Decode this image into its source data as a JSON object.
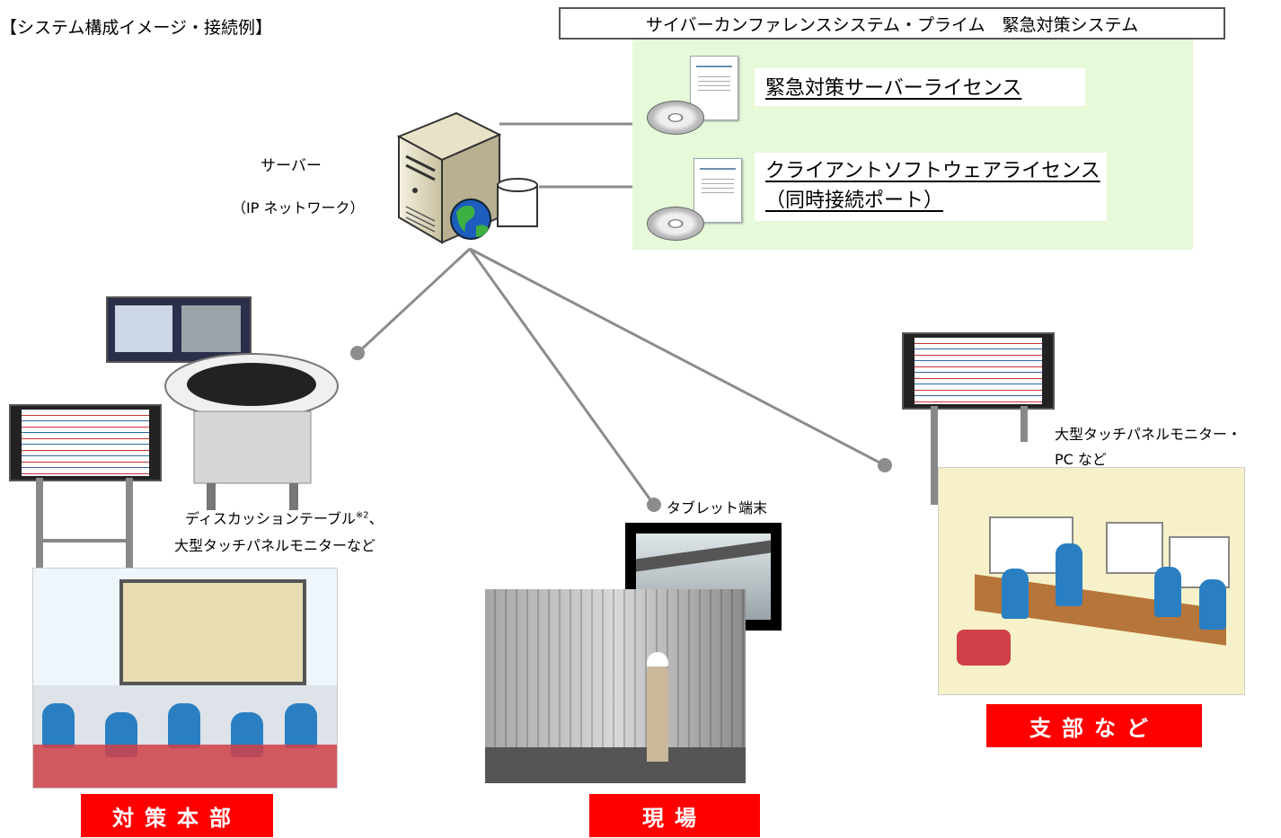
{
  "heading": "【システム構成イメージ・接続例】",
  "system_title": "サイバーカンファレンスシステム・プライム　緊急対策システム",
  "licenses": {
    "server": "緊急対策サーバーライセンス",
    "client_line1": "クライアントソフトウェアライセンス",
    "client_line2": "（同時接続ポート）"
  },
  "server": {
    "label": "サーバー",
    "network": "（IP ネットワーク）"
  },
  "nodes": {
    "hq_devices_line1": "ディスカッションテーブル",
    "hq_devices_sup": "※2",
    "hq_devices_comma": "、",
    "hq_devices_line2": "大型タッチパネルモニターなど",
    "tablet": "タブレット端末",
    "branch_devices_line1": "大型タッチパネルモニター・",
    "branch_devices_line2": "PC など"
  },
  "locations": {
    "hq": "対策本部",
    "site": "現場",
    "branch": "支部など"
  },
  "colors": {
    "license_panel": "#e6f9d9",
    "location_label": "#ff0000",
    "connector": "#8c8c8c"
  }
}
